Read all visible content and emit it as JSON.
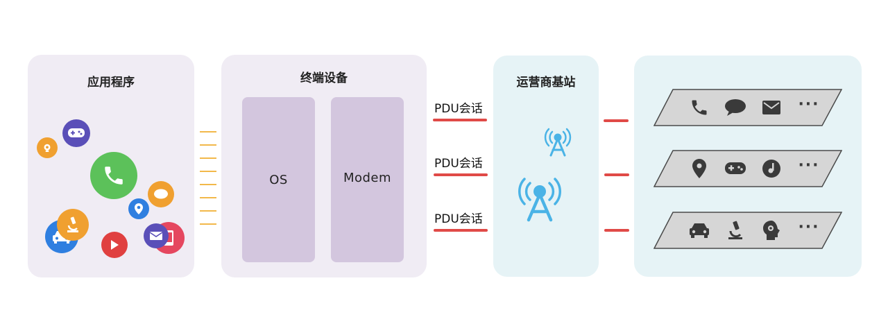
{
  "panels": {
    "apps": {
      "title": "应用程序"
    },
    "terminal": {
      "title": "终端设备",
      "os_label": "OS",
      "modem_label": "Modem"
    },
    "station": {
      "title": "运营商基站"
    }
  },
  "pdu_sessions": [
    {
      "label": "PDU会话"
    },
    {
      "label": "PDU会话"
    },
    {
      "label": "PDU会话"
    }
  ],
  "app_icons": [
    {
      "icon": "lightbulb-gear-icon",
      "color": "#f0a030"
    },
    {
      "icon": "gamepad-icon",
      "color": "#5a4fb8"
    },
    {
      "icon": "music-note-icon",
      "color": "#e5475f"
    },
    {
      "icon": "chat-bubble-icon",
      "color": "#f0a030"
    },
    {
      "icon": "car-icon",
      "color": "#2f7fe0"
    },
    {
      "icon": "phone-icon",
      "color": "#5cc15a"
    },
    {
      "icon": "mobile-icon",
      "color": "#e5475f"
    },
    {
      "icon": "location-pin-icon",
      "color": "#2f7fe0"
    },
    {
      "icon": "microscope-icon",
      "color": "#f0a030"
    },
    {
      "icon": "mail-icon",
      "color": "#5a4fb8"
    },
    {
      "icon": "play-icon",
      "color": "#e04040"
    }
  ],
  "slices": [
    {
      "icons": [
        "phone-icon",
        "chat-bubble-icon",
        "mail-icon"
      ],
      "more": "···"
    },
    {
      "icons": [
        "location-pin-icon",
        "gamepad-icon",
        "music-note-icon"
      ],
      "more": "···"
    },
    {
      "icons": [
        "car-icon",
        "microscope-icon",
        "lightbulb-gear-icon"
      ],
      "more": "···"
    }
  ],
  "colors": {
    "panel_purple": "#f0ecf4",
    "inner_purple": "#d3c6de",
    "panel_blue": "#e6f3f6",
    "link_red": "#e04a47",
    "link_orange": "#f2b84a",
    "antenna_blue": "#4ab3e6",
    "slice_gray": "#d6d6d6"
  }
}
